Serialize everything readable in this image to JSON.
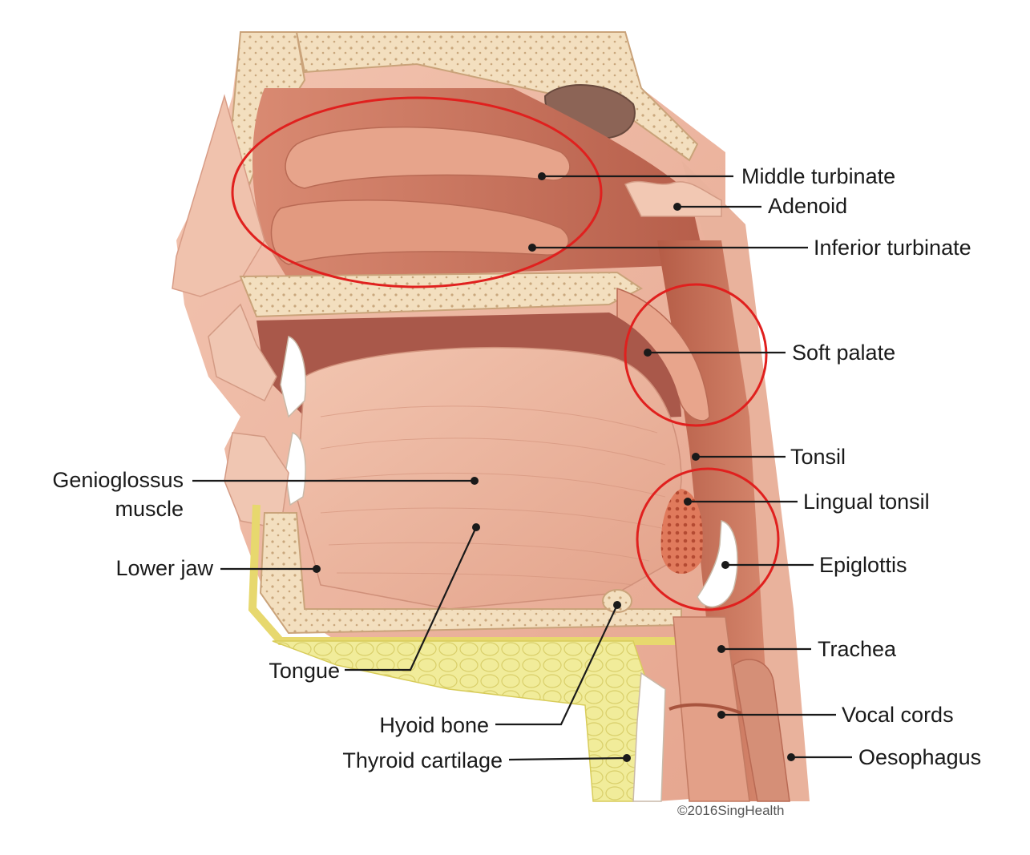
{
  "diagram": {
    "labels": {
      "middle_turbinate": "Middle turbinate",
      "adenoid": "Adenoid",
      "inferior_turbinate": "Inferior turbinate",
      "soft_palate": "Soft palate",
      "tonsil": "Tonsil",
      "lingual_tonsil": "Lingual tonsil",
      "epiglottis": "Epiglottis",
      "trachea": "Trachea",
      "vocal_cords": "Vocal cords",
      "oesophagus": "Oesophagus",
      "genioglossus_line1": "Genioglossus",
      "genioglossus_line2": "muscle",
      "lower_jaw": "Lower jaw",
      "tongue": "Tongue",
      "hyoid_bone": "Hyoid bone",
      "thyroid_cartilage": "Thyroid cartilage"
    },
    "copyright": "©2016SingHealth",
    "colors": {
      "highlight_ring": "#e0201e",
      "tissue": "#e8a48c",
      "bone": "#f3dfbf",
      "airway": "#c26b55",
      "fat": "#f1ec9a"
    }
  }
}
